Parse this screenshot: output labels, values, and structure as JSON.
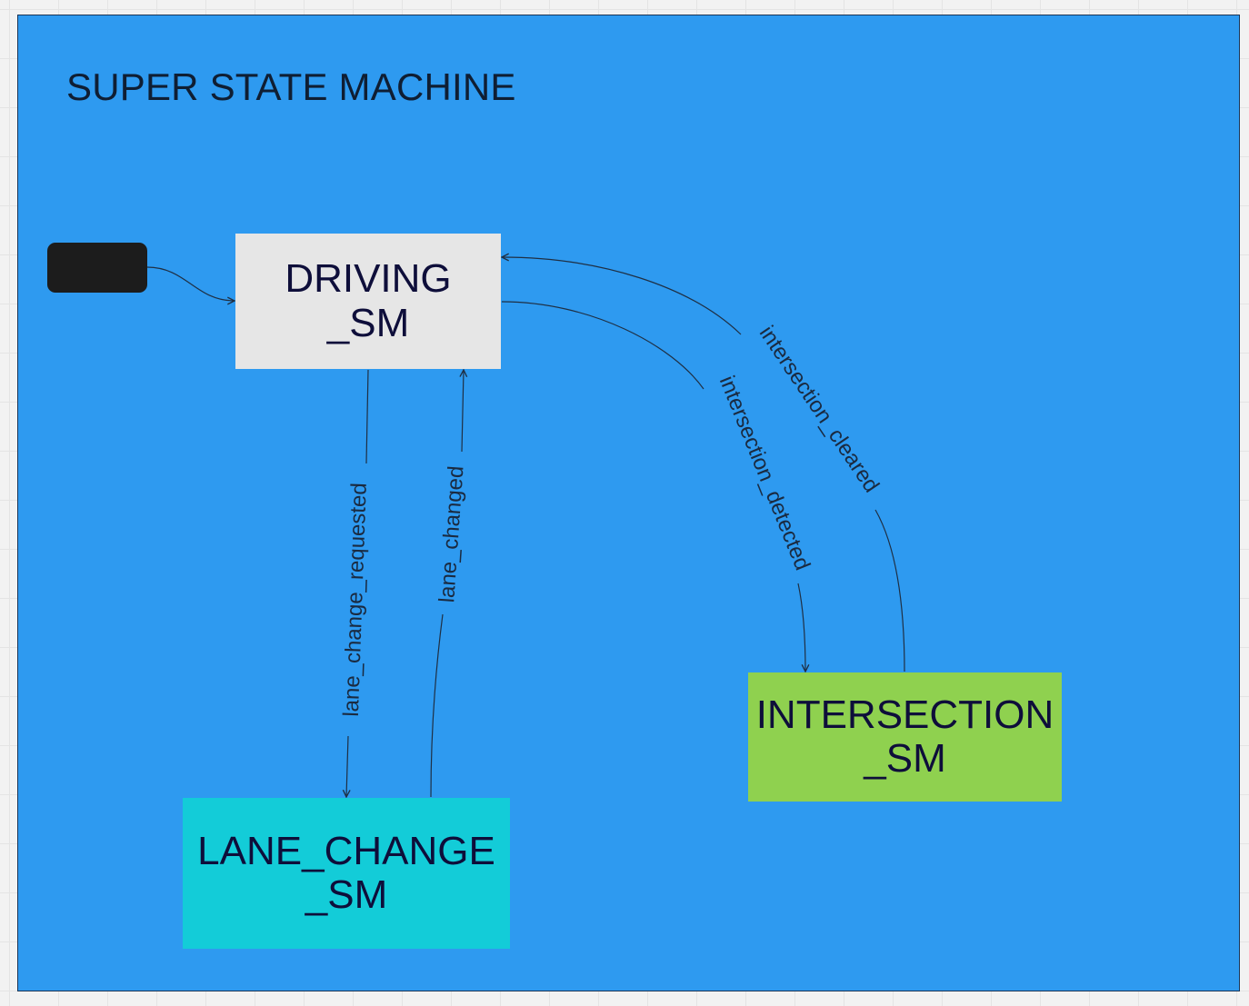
{
  "diagram": {
    "title": "SUPER STATE MACHINE",
    "colors": {
      "frame": "#2e9af0",
      "frame_border": "#1c3556",
      "driving_state": "#e6e6e6",
      "lane_change_state": "#13ccd8",
      "intersection_state": "#8fd14f",
      "initial_state": "#1c1c1c",
      "state_text": "#0e0e3a",
      "edge": "#1f2f43"
    },
    "states": {
      "driving": "DRIVING\n_SM",
      "lane_change": "LANE_CHANGE\n_SM",
      "intersection": "INTERSECTION\n_SM"
    },
    "transitions": {
      "lane_change_requested": "lane_change_requested",
      "lane_changed": "lane_changed",
      "intersection_detected": "intersection_detected",
      "intersection_cleared": "intersection_cleared"
    }
  }
}
